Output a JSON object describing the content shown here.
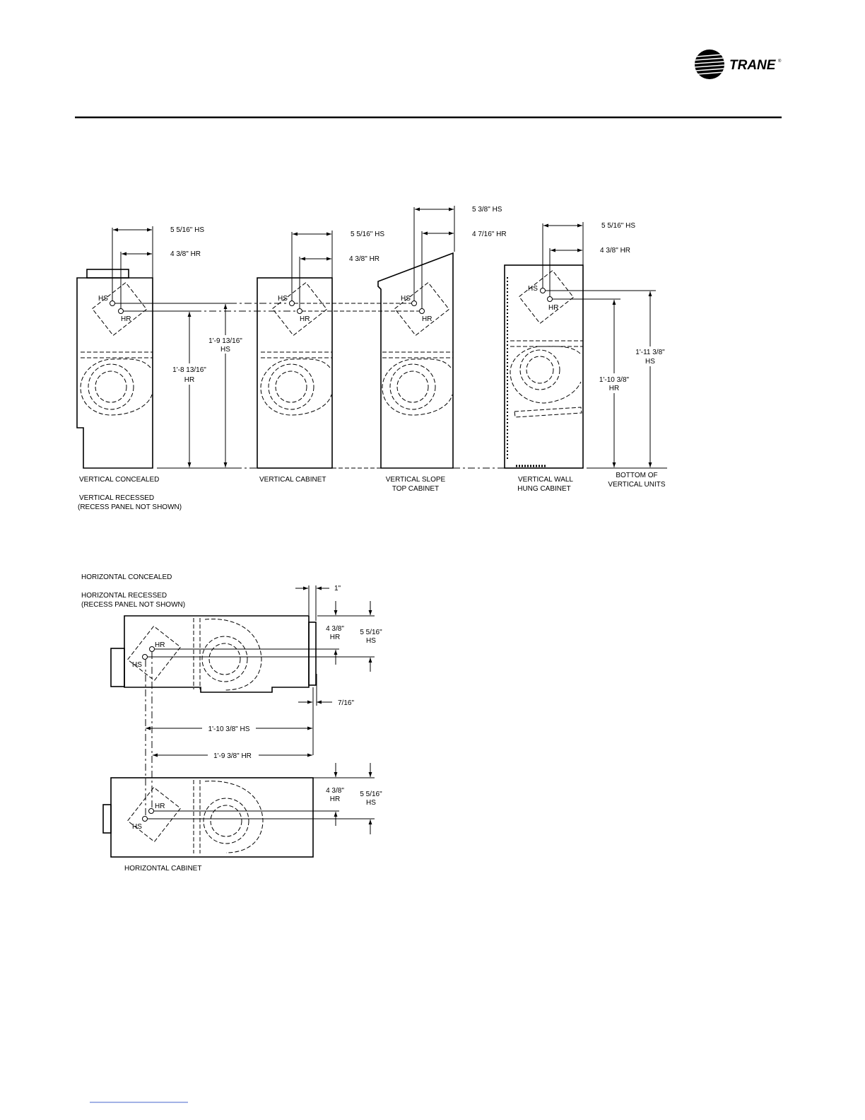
{
  "header": {
    "brand": "TRANE",
    "registered": "®"
  },
  "colors": {
    "ink": "#000000",
    "paper": "#ffffff"
  },
  "views": {
    "vertical_concealed": {
      "title": "VERTICAL CONCEALED",
      "subtitle": "VERTICAL RECESSED",
      "note": "(RECESS PANEL NOT SHOWN)",
      "dim_hs": "5 5/16\" HS",
      "dim_hr": "4 3/8\" HR",
      "label_hs": "HS",
      "label_hr": "HR",
      "height_hr_value": "1'-8 13/16\"",
      "height_hr_tag": "HR",
      "height_hs_value": "1'-9 13/16\"",
      "height_hs_tag": "HS"
    },
    "vertical_cabinet": {
      "title": "VERTICAL CABINET",
      "dim_hs": "5 5/16\" HS",
      "dim_hr": "4 3/8\" HR",
      "label_hs": "HS",
      "label_hr": "HR"
    },
    "vertical_slope_top": {
      "title_line1": "VERTICAL SLOPE",
      "title_line2": "TOP CABINET",
      "dim_hs": "5 3/8\" HS",
      "dim_hr": "4 7/16\" HR",
      "label_hs": "HS",
      "label_hr": "HR"
    },
    "vertical_wall_hung": {
      "title_line1": "VERTICAL WALL",
      "title_line2": "HUNG CABINET",
      "dim_hs": "5 5/16\" HS",
      "dim_hr": "4 3/8\" HR",
      "label_hs": "HS",
      "label_hr": "HR",
      "height_hr_value": "1'-10 3/8\"",
      "height_hr_tag": "HR",
      "height_hs_value": "1'-11 3/8\"",
      "height_hs_tag": "HS"
    },
    "bottom_note": {
      "line1": "BOTTOM OF",
      "line2": "VERTICAL UNITS"
    },
    "horizontal_concealed": {
      "title": "HORIZONTAL CONCEALED",
      "subtitle": "HORIZONTAL RECESSED",
      "note": "(RECESS PANEL NOT SHOWN)",
      "dim_top": "1\"",
      "dim_hr_value": "4 3/8\"",
      "dim_hr_tag": "HR",
      "dim_hs_value": "5 5/16\"",
      "dim_hs_tag": "HS",
      "dim_offset": "7/16\"",
      "label_hs": "HS",
      "label_hr": "HR",
      "length_hs": "1'-10 3/8\" HS",
      "length_hr": "1'-9 3/8\" HR"
    },
    "horizontal_cabinet": {
      "title": "HORIZONTAL CABINET",
      "dim_hr_value": "4 3/8\"",
      "dim_hr_tag": "HR",
      "dim_hs_value": "5 5/16\"",
      "dim_hs_tag": "HS",
      "label_hs": "HS",
      "label_hr": "HR"
    }
  }
}
